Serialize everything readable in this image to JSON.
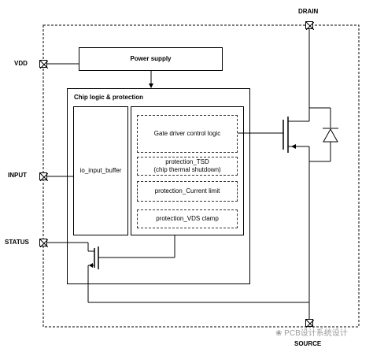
{
  "pins": {
    "drain": "DRAIN",
    "vdd": "VDD",
    "input": "INPUT",
    "status": "STATUS",
    "source": "SOURCE"
  },
  "blocks": {
    "power_supply": "Power supply",
    "chip_logic": "Chip logic & protection",
    "io_input_buffer": "io_input_buffer",
    "gate_driver": "Gate driver control logic",
    "protection_tsd_line1": "protection_TSD",
    "protection_tsd_line2": "(chip thermal shutdown)",
    "protection_current": "protection_Current limit",
    "protection_vds": "protection_VDS clamp"
  },
  "watermark": "PCB设计系统设计"
}
